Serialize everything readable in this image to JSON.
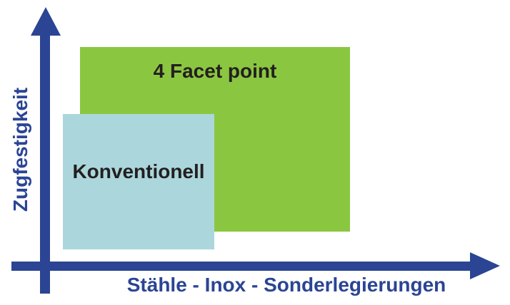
{
  "diagram": {
    "y_axis": {
      "label": "Zugfestigkeit"
    },
    "x_axis": {
      "label": "Stähle - Inox - Sonderlegierungen"
    },
    "regions": [
      {
        "id": "facet-point",
        "label": "4 Facet point"
      },
      {
        "id": "conventional",
        "label": "Konventionell"
      }
    ]
  },
  "colors": {
    "axis-blue": "#2b4494",
    "region-green": "#8bc640",
    "region-light-blue": "#abd7dc",
    "label-black": "#231f20"
  }
}
